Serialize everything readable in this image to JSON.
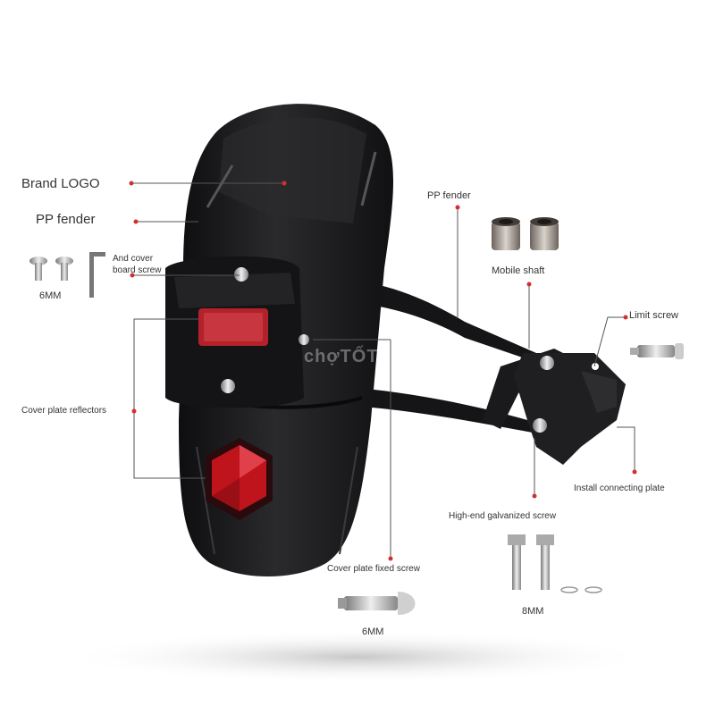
{
  "labels": {
    "brand_logo": "Brand LOGO",
    "pp_fender_left": "PP fender",
    "and_cover_board_screw_l1": "And cover",
    "and_cover_board_screw_l2": "board screw",
    "size_6mm_left": "6MM",
    "cover_plate_reflectors": "Cover plate reflectors",
    "cover_plate_fixed_screw": "Cover plate fixed screw",
    "size_6mm_bottom": "6MM",
    "pp_fender_right": "PP fender",
    "mobile_shaft": "Mobile shaft",
    "limit_screw": "Limit screw",
    "install_connecting_plate": "Install connecting plate",
    "high_end_galvanized_screw": "High-end galvanized screw",
    "size_8mm": "8MM"
  },
  "watermark": "chợTỐT",
  "colors": {
    "fender": "#1c1c1e",
    "fender_highlight": "#3a3a3d",
    "reflector_red": "#c0141c",
    "leader_line": "#555555",
    "dot_red": "#d23030"
  }
}
